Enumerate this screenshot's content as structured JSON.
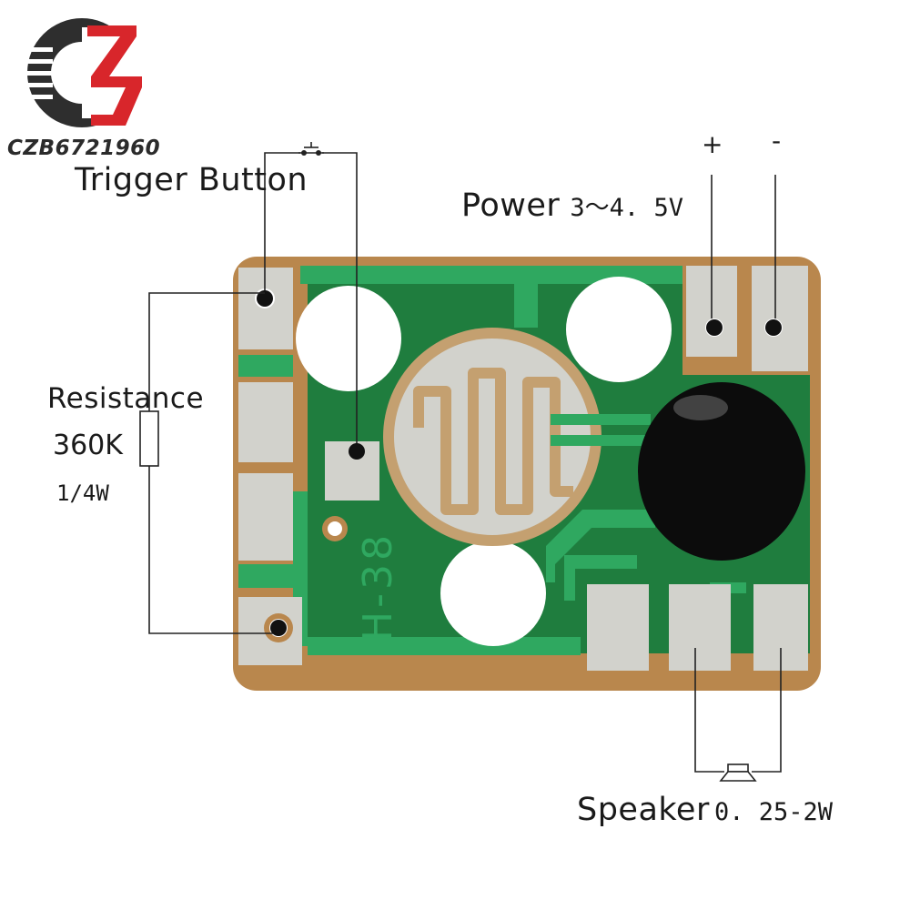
{
  "brand": {
    "name": "CZB6721960"
  },
  "labels": {
    "trigger": "Trigger Button",
    "power": "Power",
    "power_value": "3～4. 5V",
    "plus": "+",
    "minus": "-",
    "resistance": "Resistance",
    "resistance_value": "360K",
    "resistance_power": "1/4W",
    "speaker": "Speaker",
    "speaker_value": "0. 25-2W"
  },
  "board": {
    "silkscreen": "H-38"
  },
  "colors": {
    "pcb_green": "#1f7d3e",
    "trace_green": "#2fa860",
    "copper_edge": "#b9874d",
    "pad_silver": "#d2d2cc",
    "blob_black": "#0c0c0c",
    "brand_red": "#d8262b"
  }
}
